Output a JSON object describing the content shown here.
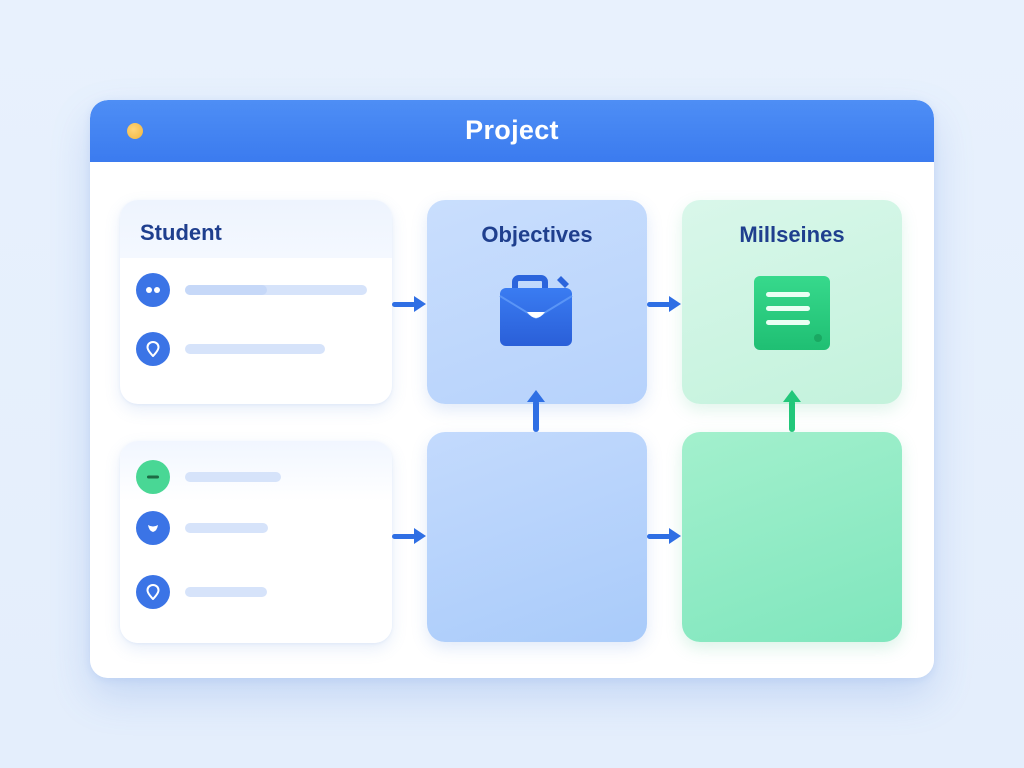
{
  "window": {
    "title": "Project"
  },
  "student_card": {
    "title": "Student",
    "rows": [
      {
        "icon": "dots-icon"
      },
      {
        "icon": "location-pin-icon"
      }
    ]
  },
  "second_list_card": {
    "rows": [
      {
        "icon": "minus-icon"
      },
      {
        "icon": "heart-icon"
      },
      {
        "icon": "location-pin-icon"
      }
    ]
  },
  "objectives": {
    "title": "Objectives",
    "icon": "briefcase-icon"
  },
  "milestones": {
    "title": "Millseines",
    "icon": "document-icon"
  },
  "colors": {
    "titlebar": "#3b7bef",
    "accent_blue": "#2f6fe4",
    "accent_green": "#22c77a",
    "title_text": "#1f3f8e"
  }
}
